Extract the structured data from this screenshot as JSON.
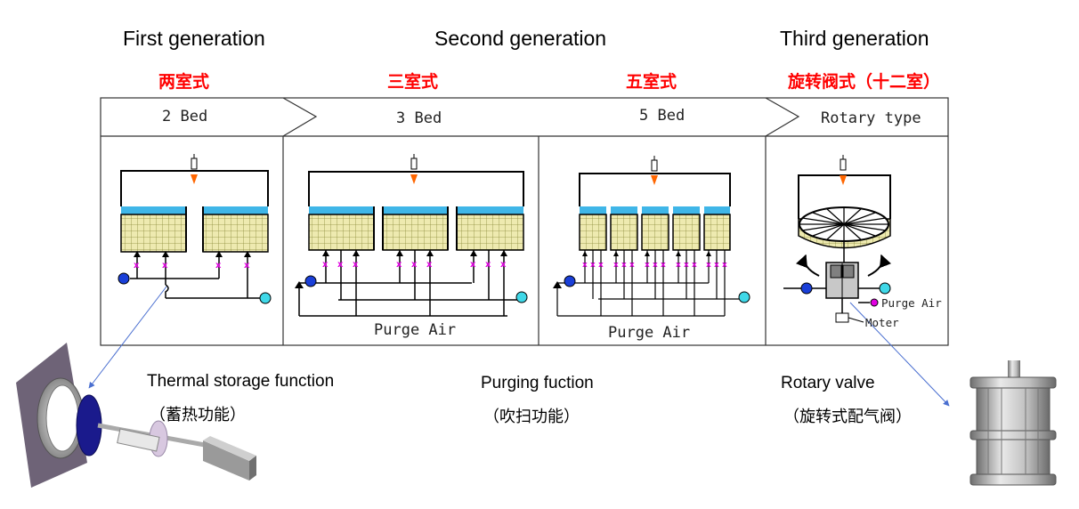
{
  "generations": {
    "first": "First generation",
    "second": "Second generation",
    "third": "Third generation"
  },
  "types_cn": {
    "two_bed": "两室式",
    "three_bed": "三室式",
    "five_bed": "五室式",
    "rotary": "旋转阀式（十二室）"
  },
  "bar_labels": {
    "two_bed": "2 Bed",
    "three_bed": "3 Bed",
    "five_bed": "5 Bed",
    "rotary": "Rotary type"
  },
  "diagram_text": {
    "purge_air_3": "Purge Air",
    "purge_air_5": "Purge Air",
    "purge_air_rotary": "Purge Air",
    "moter": "Moter"
  },
  "captions": {
    "thermal_en": "Thermal storage function",
    "thermal_cn": "（蓄热功能）",
    "purging_en": "Purging fuction",
    "purging_cn": "（吹扫功能）",
    "rotary_en": "Rotary valve",
    "rotary_cn": "（旋转式配气阀）"
  },
  "colors": {
    "heat_layer": "#3fb6e8",
    "media_fill": "#eeeab0",
    "media_grid": "#8c8a3a",
    "valve_x": "#e000e0",
    "inlet": "#1a3fd8",
    "outlet": "#3fd8e8",
    "burner_flame": "#ff6600",
    "leader_line": "#4a6fd0",
    "disc": "#1a1a8c"
  },
  "icons": [
    "burner-icon",
    "inlet-fan-icon",
    "outlet-icon",
    "valve-x-icon",
    "motor-icon"
  ]
}
